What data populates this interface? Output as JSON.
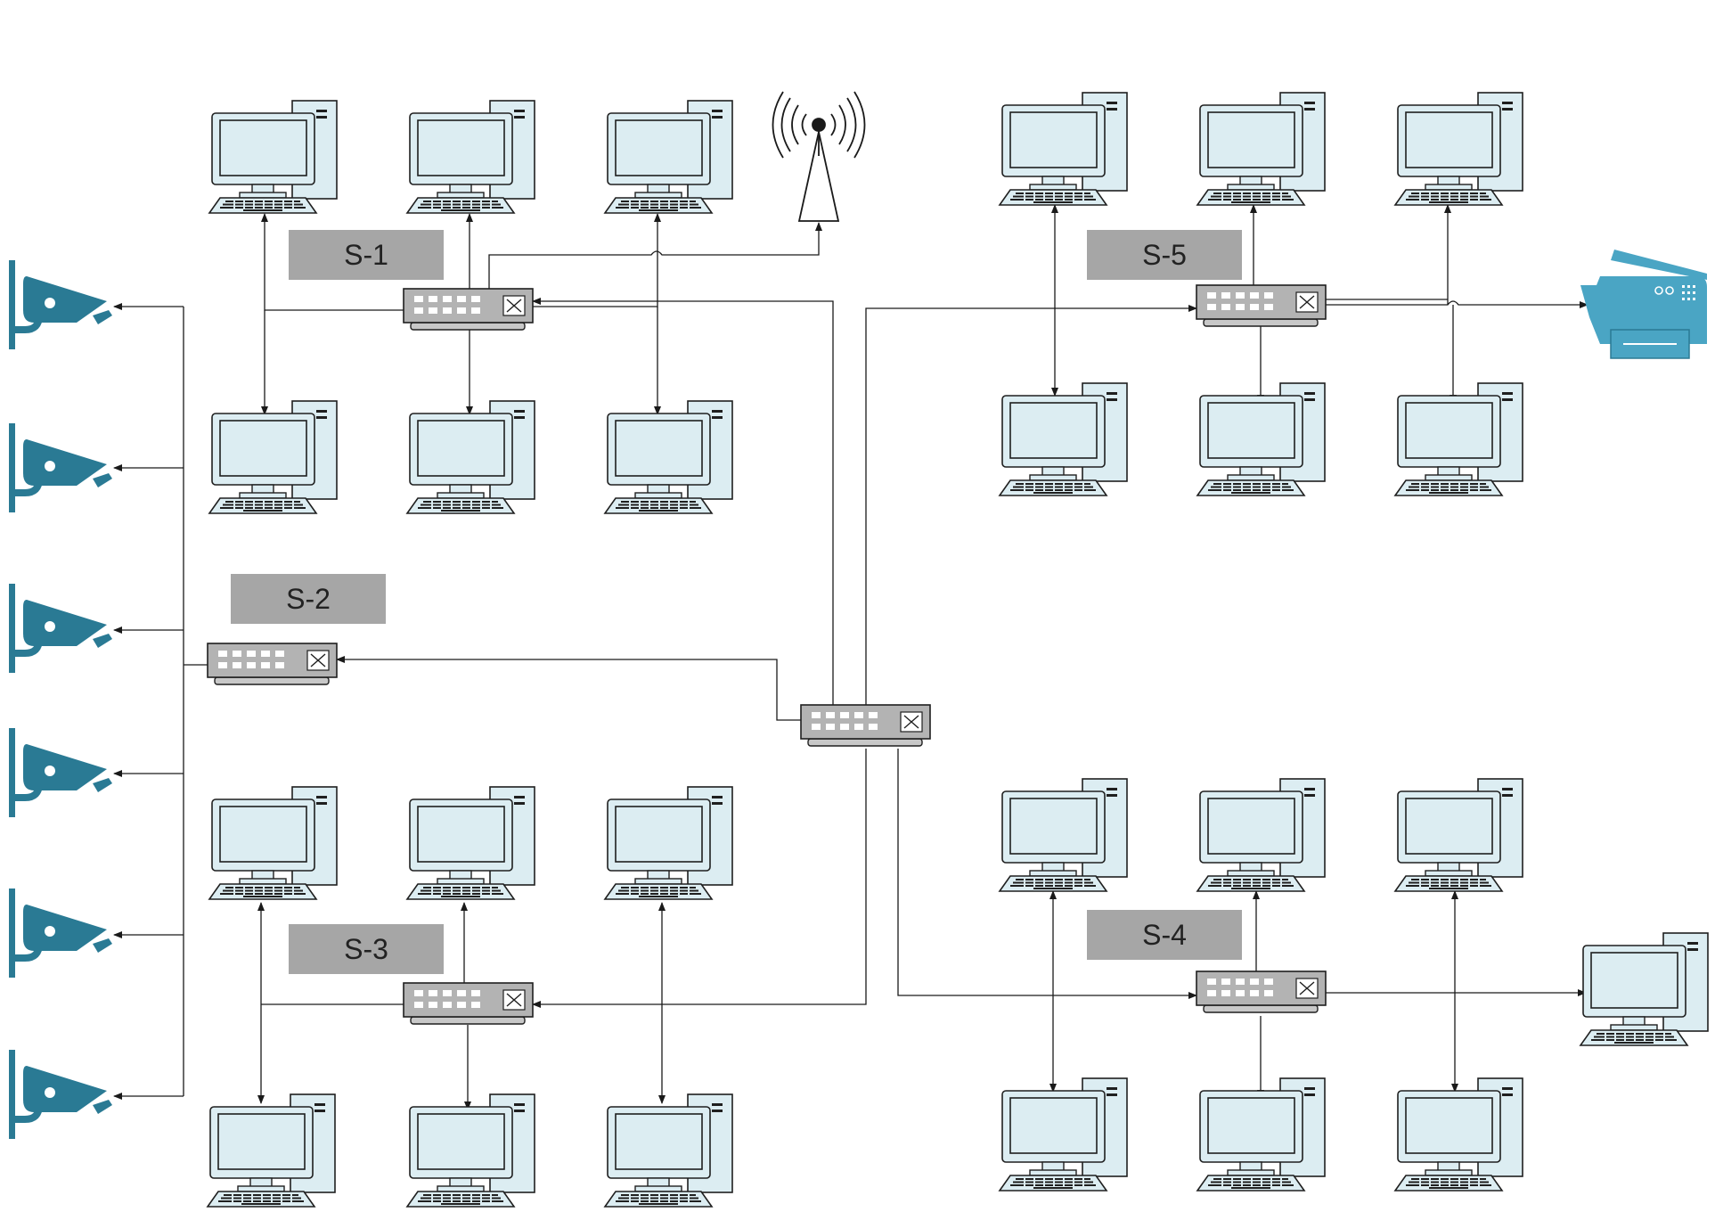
{
  "diagram": {
    "switch_labels": [
      "S-1",
      "S-2",
      "S-3",
      "S-4",
      "S-5"
    ],
    "nodes": {
      "switches": [
        "S-1",
        "S-2",
        "S-3",
        "S-4",
        "S-5",
        "core"
      ],
      "cameras": 6,
      "computers_per_group": {
        "S-1": 6,
        "S-3": 6,
        "S-4": 7,
        "S-5": 6
      },
      "antenna": 1,
      "printer": 1
    },
    "links": [
      "core - S-1",
      "core - S-2",
      "core - S-3",
      "core - S-4",
      "core - S-5",
      "S-1 - antenna",
      "S-2 - cameras",
      "S-4 - extra-computer",
      "S-5 - printer"
    ]
  },
  "colors": {
    "monitor_fill": "#dcedf2",
    "device_outline": "#1f1f1f",
    "switch_fill": "#b3b3b3",
    "camera": "#2a7a94",
    "printer": "#4aa5c4",
    "label_bg": "#a6a6a6",
    "line": "#1a1a1a"
  },
  "icons": [
    "computer-icon",
    "switch-icon",
    "camera-icon",
    "antenna-icon",
    "printer-icon"
  ]
}
